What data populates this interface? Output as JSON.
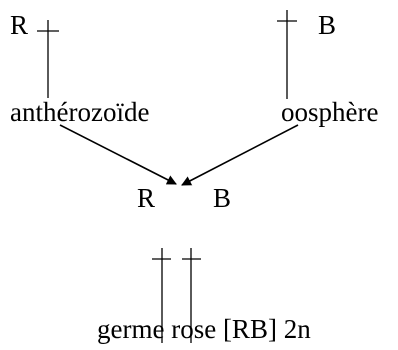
{
  "labels": {
    "parent_left": "R",
    "parent_right": "B",
    "gamete_left": "anthérozoïde",
    "gamete_right": "oosphère",
    "zygote_left": "R",
    "zygote_right": "B",
    "result": "germe rose [RB] 2n"
  },
  "colors": {
    "ink": "#000000",
    "background": "#ffffff"
  }
}
